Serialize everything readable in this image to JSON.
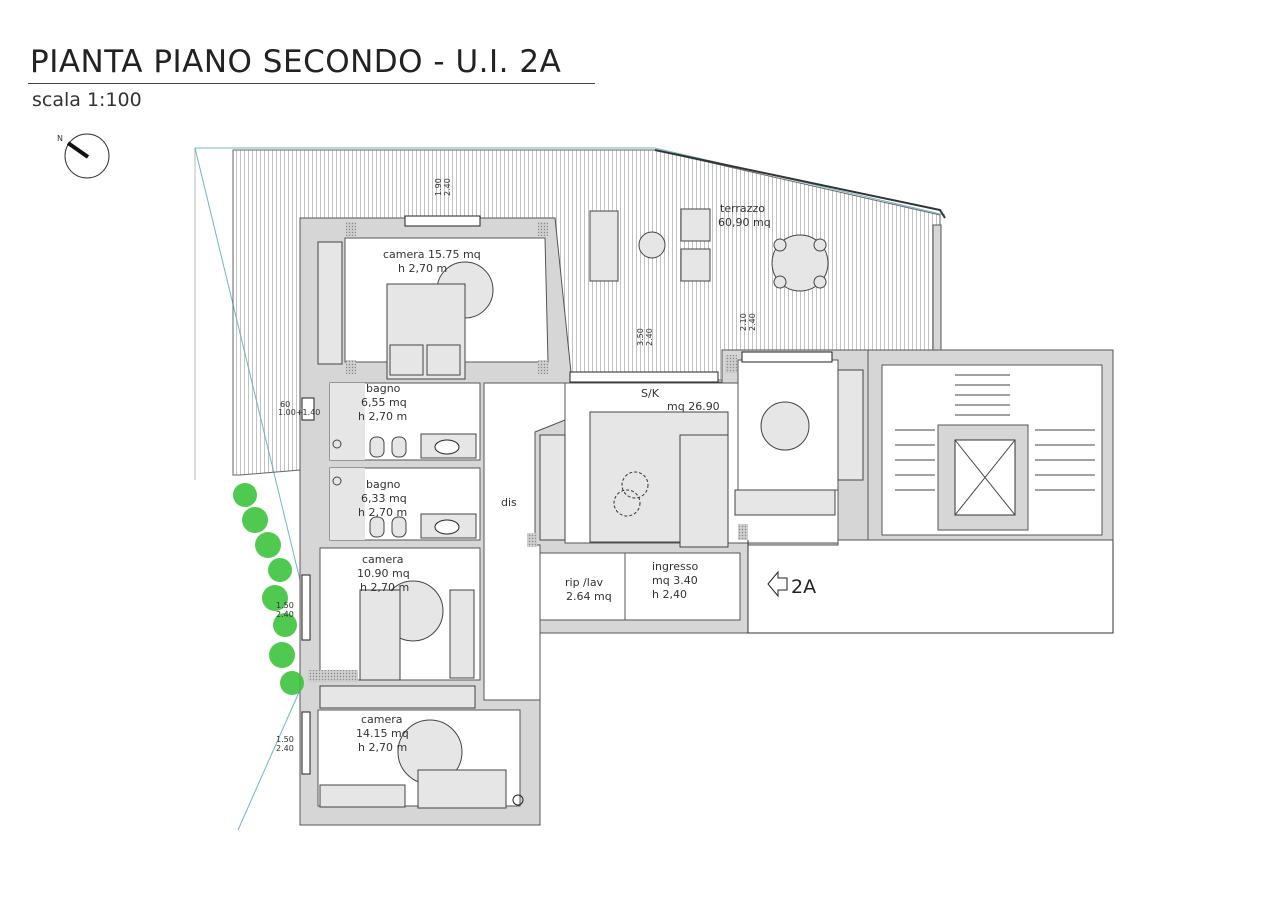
{
  "header": {
    "title": "PIANTA PIANO SECONDO - U.I. 2A",
    "scale": "scala 1:100"
  },
  "compass": {
    "label": "N",
    "icon": "north-arrow-icon"
  },
  "rooms": {
    "terrazzo": {
      "name": "terrazzo",
      "area": "60,90 mq"
    },
    "camera1": {
      "name": "camera  15.75 mq",
      "height": "h 2,70 m"
    },
    "bagno1": {
      "name": "bagno",
      "area": "6,55 mq",
      "height": "h 2,70 m"
    },
    "bagno2": {
      "name": "bagno",
      "area": "6,33 mq",
      "height": "h 2,70 m"
    },
    "camera2": {
      "name": "camera",
      "area": "10.90 mq",
      "height": "h 2,70 m"
    },
    "camera3": {
      "name": "camera",
      "area": "14.15 mq",
      "height": "h 2,70 m"
    },
    "sk": {
      "name": "S/K",
      "area": "mq 26.90"
    },
    "dis": {
      "name": "dis"
    },
    "rip": {
      "name": "rip /lav",
      "area": "2.64 mq"
    },
    "ingresso": {
      "name": "ingresso",
      "area": "mq 3.40",
      "height": "h 2,40"
    }
  },
  "dimensions": {
    "win_camera1": [
      "1.90",
      "2.40"
    ],
    "win_sk": [
      "3.50",
      "2.40"
    ],
    "win_kitchen": [
      "2.10",
      "2.40"
    ],
    "win_bagno": [
      "60",
      "1.00+1.40"
    ],
    "win_camera2": [
      "1.50",
      "2.40"
    ],
    "win_camera3": [
      "1.50",
      "2.40"
    ]
  },
  "entrance": {
    "label": "2A",
    "icon": "entrance-arrow-icon"
  },
  "colors": {
    "wall": "#d6d6d6",
    "vegetation": "#3cc43c",
    "boundary": "#6fb6c9"
  }
}
